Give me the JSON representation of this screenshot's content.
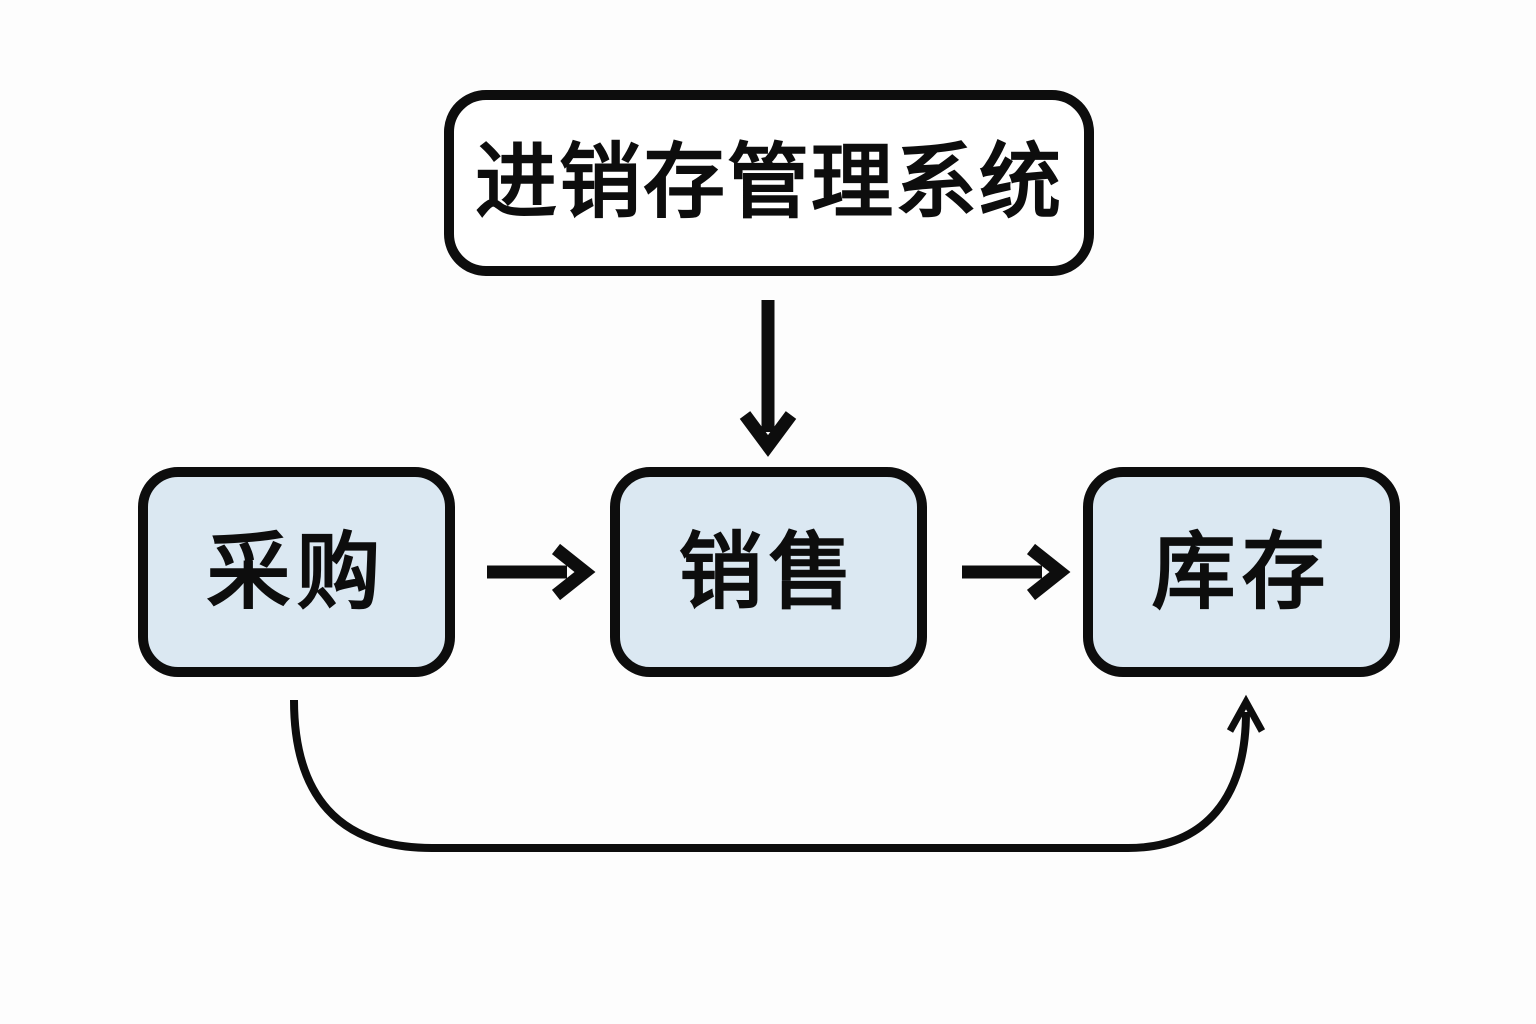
{
  "diagram": {
    "title": "进销存管理系统",
    "nodes": [
      {
        "id": "purchase",
        "label": "采购"
      },
      {
        "id": "sales",
        "label": "销售"
      },
      {
        "id": "inventory",
        "label": "库存"
      }
    ],
    "edges": [
      {
        "from": "system-title",
        "to": "sales",
        "direction": "down"
      },
      {
        "from": "purchase",
        "to": "sales",
        "direction": "right"
      },
      {
        "from": "sales",
        "to": "inventory",
        "direction": "right"
      },
      {
        "from": "purchase",
        "to": "inventory",
        "direction": "up-curved"
      }
    ],
    "colors": {
      "background": "#fdfdfd",
      "node_fill": "#dbe8f2",
      "title_fill": "#ffffff",
      "stroke": "#0d0d0d"
    }
  }
}
